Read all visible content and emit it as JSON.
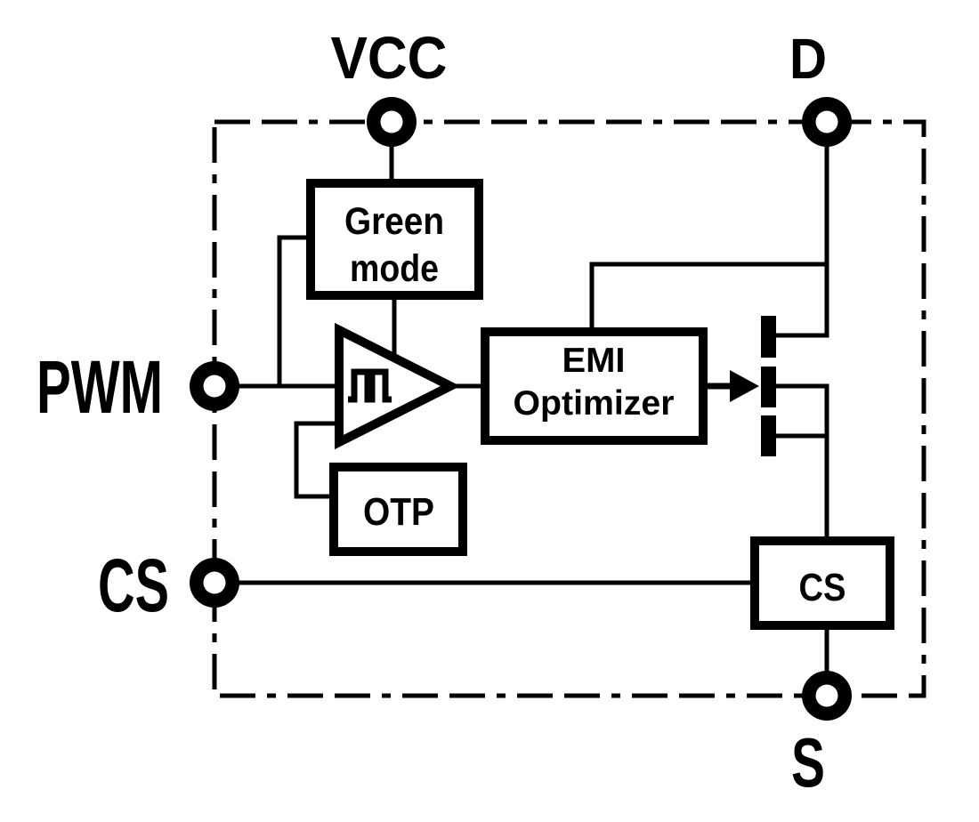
{
  "diagram_type": "ic-block-diagram",
  "colors": {
    "ink": "#000000",
    "background": "#ffffff",
    "block_fill": "#ffffff"
  },
  "pins": {
    "vcc": {
      "label": "VCC"
    },
    "d": {
      "label": "D"
    },
    "pwm": {
      "label": "PWM"
    },
    "cs": {
      "label": "CS"
    },
    "s": {
      "label": "S"
    }
  },
  "blocks": {
    "green_mode": {
      "line1": "Green",
      "line2": "mode"
    },
    "emi_optimizer": {
      "line1": "EMI",
      "line2": "Optimizer"
    },
    "otp": {
      "label": "OTP"
    },
    "current_sense": {
      "label": "CS"
    }
  },
  "symbols": {
    "driver": "pulse-buffer-triangle",
    "transistor": "power-mosfet"
  }
}
